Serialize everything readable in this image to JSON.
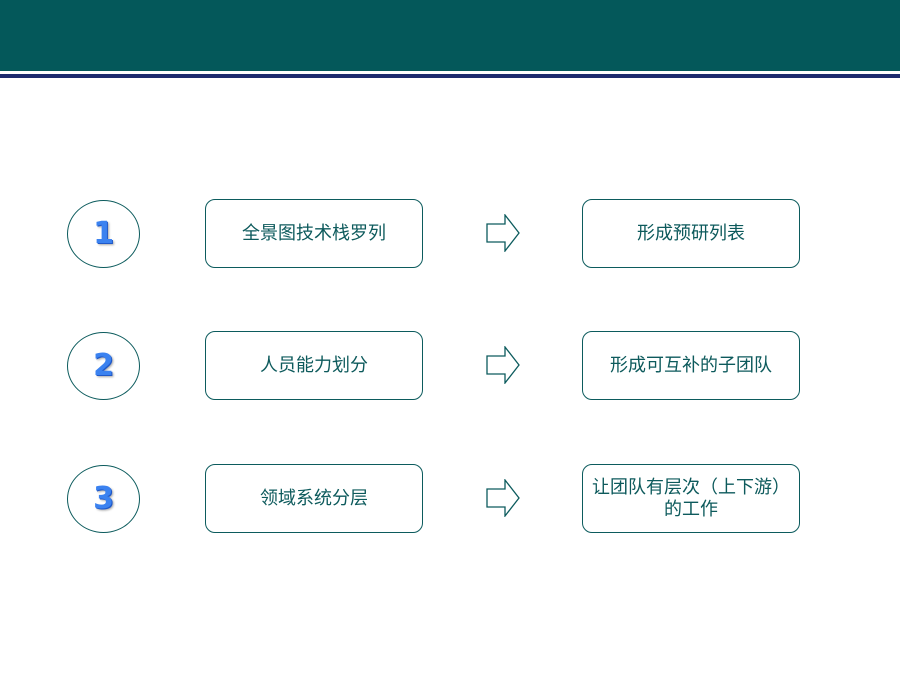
{
  "colors": {
    "header": "#04585a",
    "accent_line": "#1d2a6e",
    "border": "#0c5b5d",
    "text": "#0d5a5c",
    "number": "#3b82f0"
  },
  "steps": [
    {
      "number": "1",
      "source": "全景图技术栈罗列",
      "result": "形成预研列表"
    },
    {
      "number": "2",
      "source": "人员能力划分",
      "result": "形成可互补的子团队"
    },
    {
      "number": "3",
      "source": "领域系统分层",
      "result": "让团队有层次（上下游）的工作"
    }
  ],
  "icons": {
    "arrow": "right-arrow-icon"
  }
}
